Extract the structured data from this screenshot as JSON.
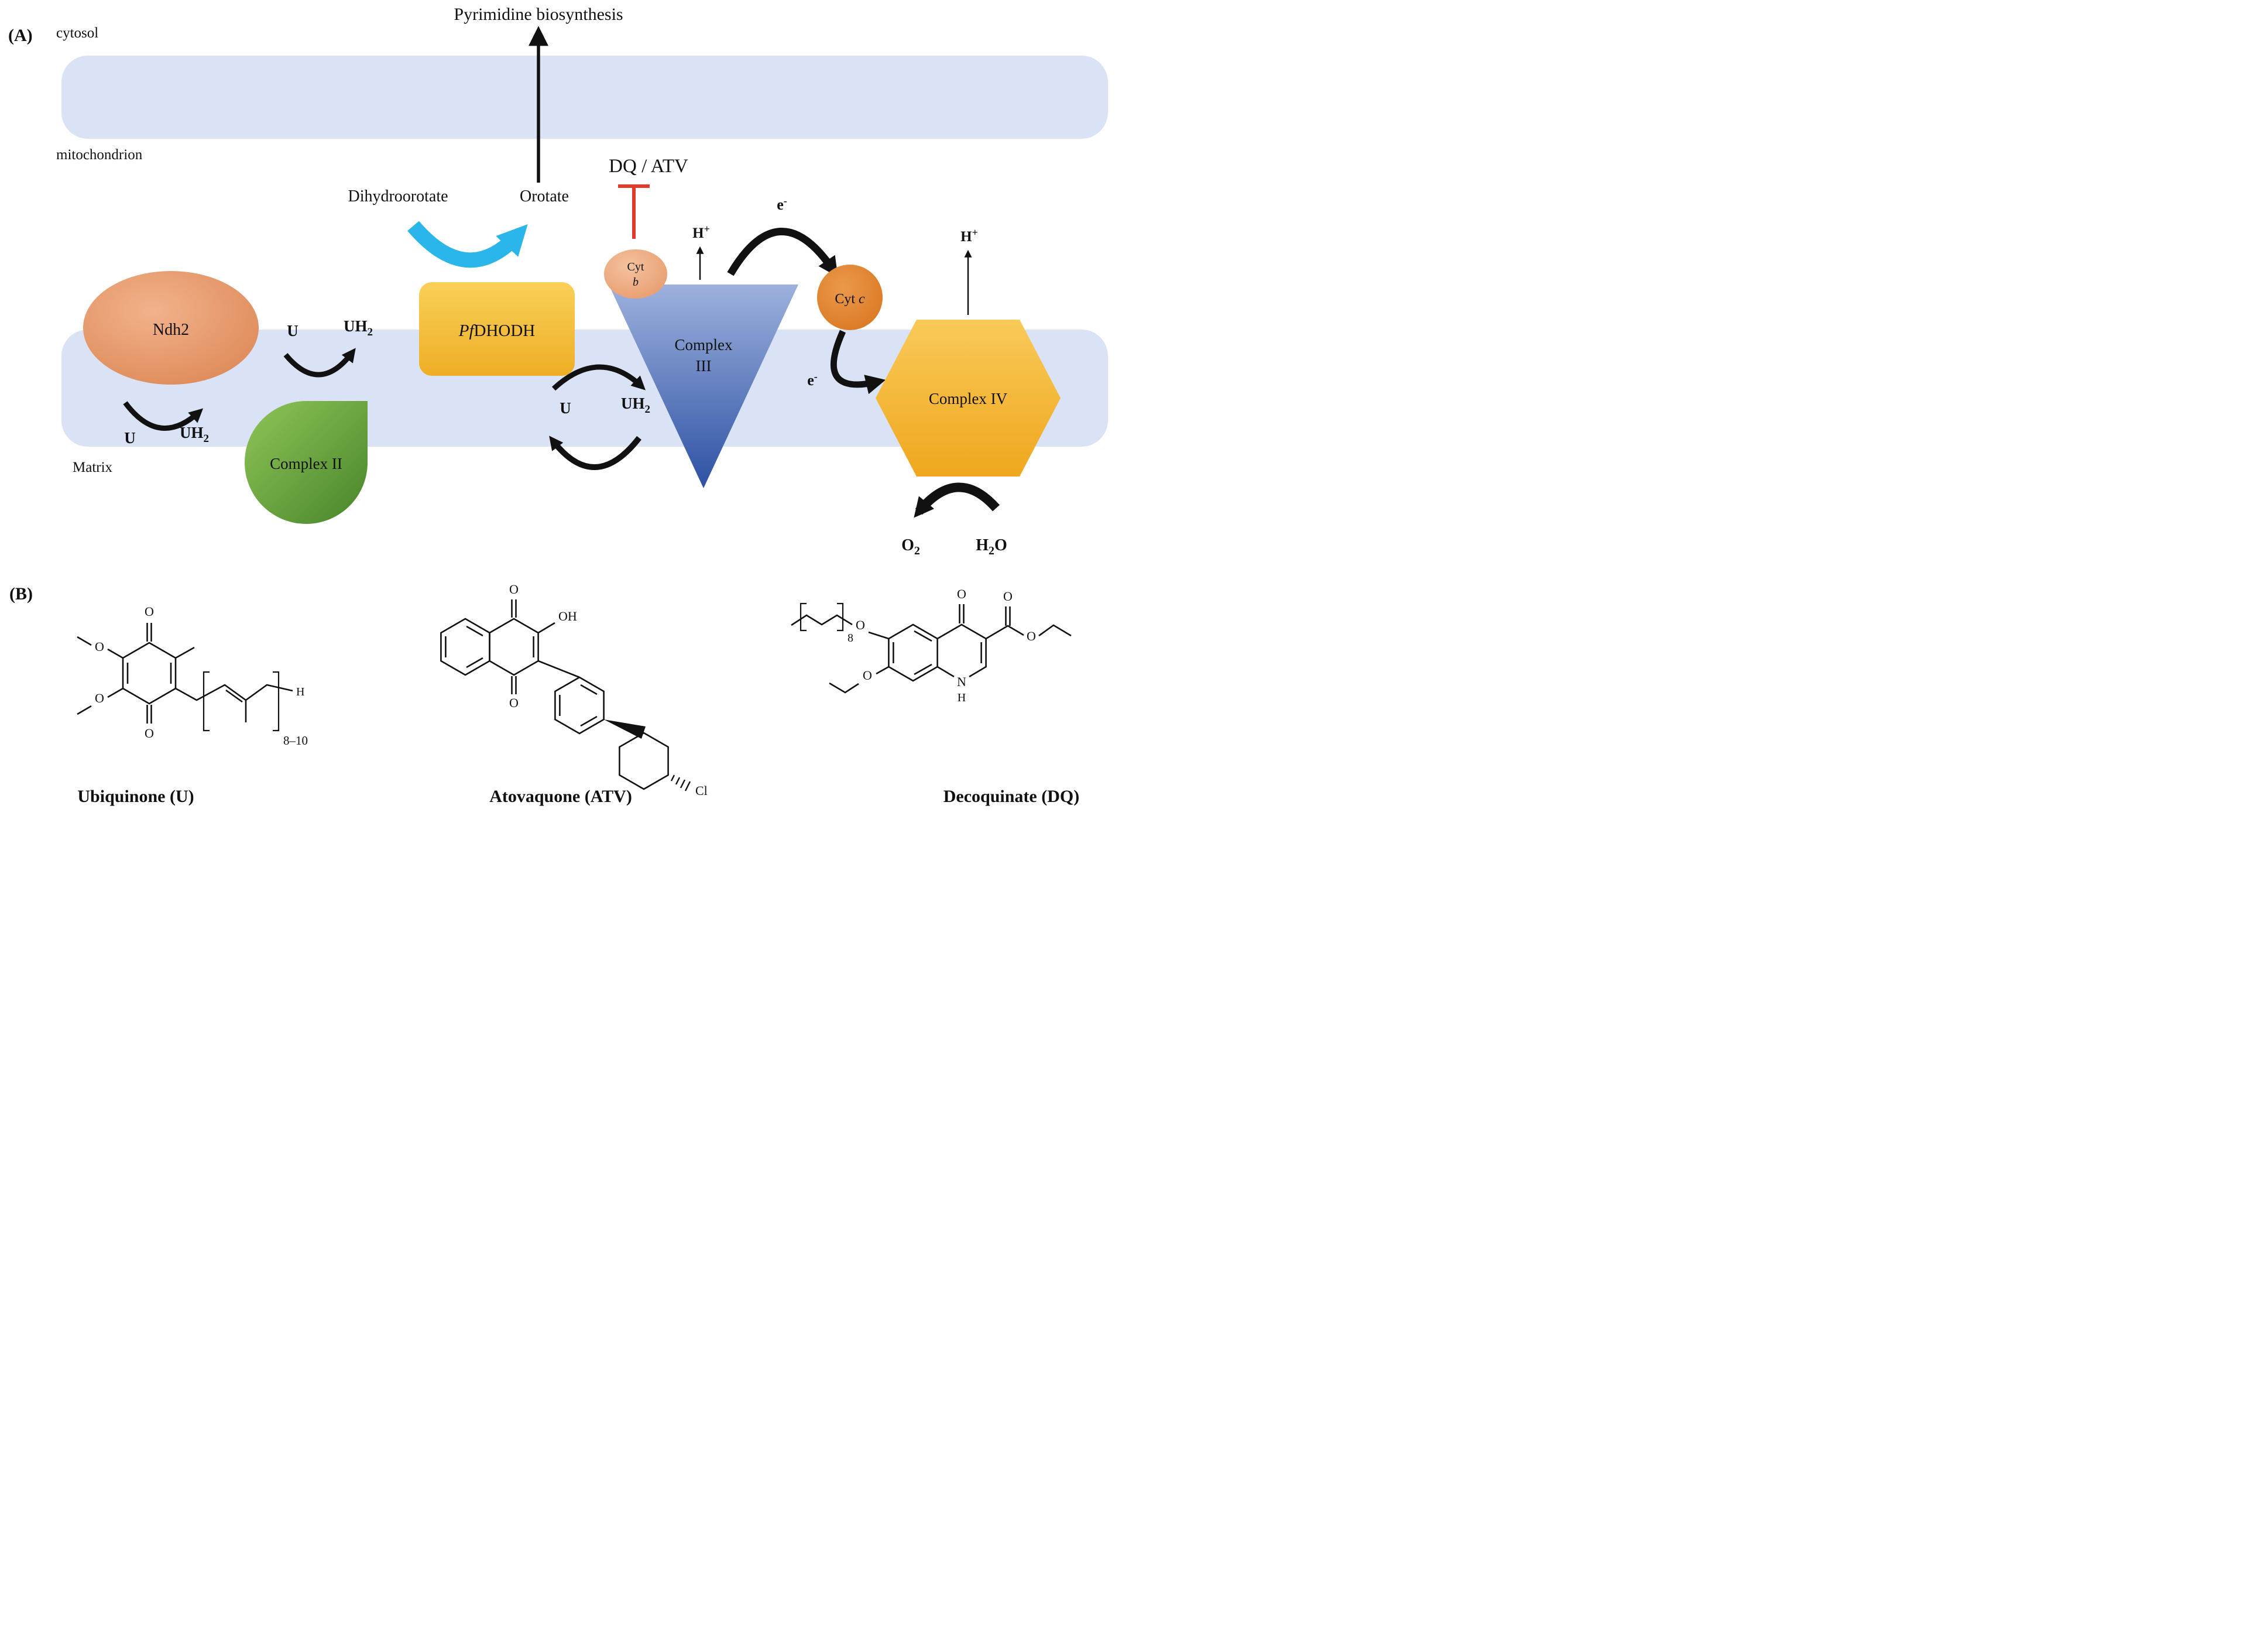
{
  "colors": {
    "membrane": "#d9e3f5",
    "ndh2_orange": "#e28a58",
    "cyt_b_orange": "#eea87c",
    "cyt_c_orange": "#df7c2b",
    "complex_ii_green": "#6aa83c",
    "dhodh_yellow": "#f4c136",
    "complex_iii_blue": "#4d6fb5",
    "complex_iv_yellow": "#f5b83a",
    "dho_arrow_cyan": "#2bb6e9",
    "inhibit_red": "#e23a2a",
    "arrow_black": "#111111"
  },
  "panelA": {
    "label": "(A)",
    "cytosol": "cytosol",
    "mitochondrion": "mitochondrion",
    "matrix": "Matrix",
    "pyrimidine": "Pyrimidine biosynthesis",
    "dihydroorotate": "Dihydroorotate",
    "orotate": "Orotate",
    "inhibitor": "DQ / ATV",
    "ndh2": "Ndh2",
    "complex_ii": "Complex II",
    "dhodh_italic": "Pf",
    "dhodh_rest": "DHODH",
    "complex_iii_line1": "Complex",
    "complex_iii_line2": "III",
    "cyt_b_line1": "Cyt",
    "cyt_b_line2": "b",
    "cyt_c_text": "Cyt",
    "cyt_c_italic": "c",
    "complex_iv": "Complex IV",
    "u": "U",
    "uh": "UH",
    "h": "H",
    "o": "O",
    "e": "e",
    "sub2": "2",
    "sup_plus": "+",
    "sup_minus": "-"
  },
  "panelB": {
    "label": "(B)",
    "ubiquinone": {
      "name": "Ubiquinone (U)",
      "o": "O",
      "h": "H",
      "repeat": "8–10"
    },
    "atovaquone": {
      "name": "Atovaquone  (ATV)",
      "o": "O",
      "oh": "OH",
      "cl": "Cl"
    },
    "decoquinate": {
      "name": "Decoquinate (DQ)",
      "o": "O",
      "n": "N",
      "h": "H",
      "repeat": "8"
    }
  }
}
